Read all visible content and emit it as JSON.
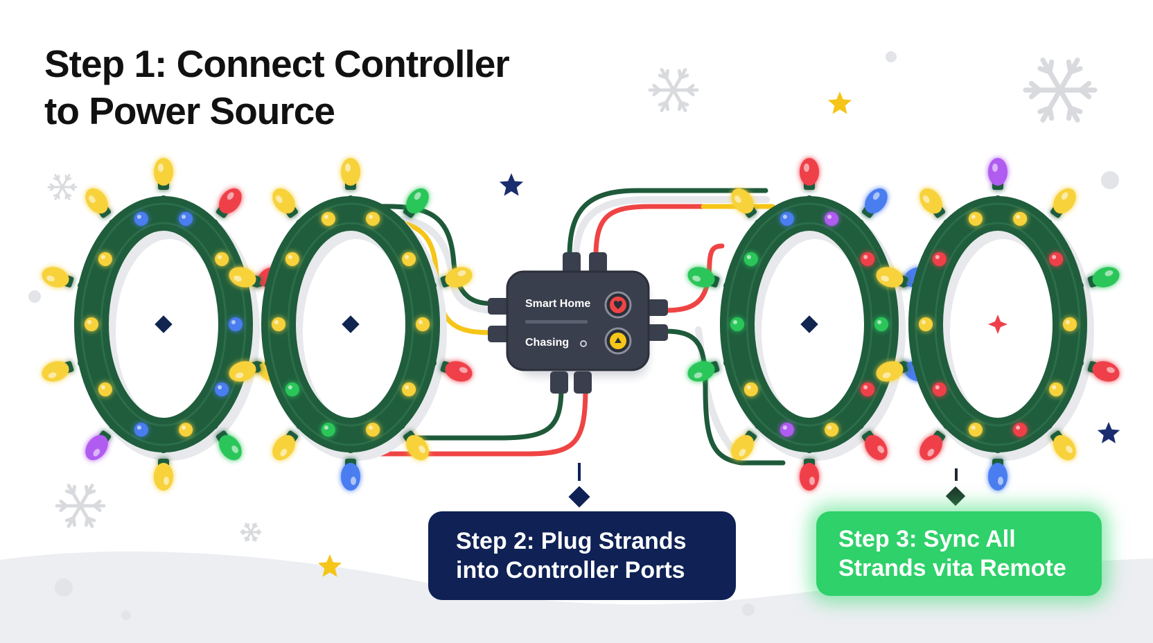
{
  "title": {
    "line1": "Step 1: Connect Controller",
    "line2": "to Power Source"
  },
  "controller": {
    "label_top": "Smart Home",
    "label_bottom": "Chasing"
  },
  "steps": [
    {
      "line1": "Step 2: Plug Strands",
      "line2": "into Controller Ports",
      "color": "#0f2155"
    },
    {
      "line1": "Step 3: Sync All",
      "line2": "Strands vita Remote",
      "color": "#2fd16a"
    }
  ],
  "colors": {
    "wire_green": "#1e5a3a",
    "wire_red": "#ef4444",
    "wire_yellow": "#f5c518",
    "ring": "#1f5d3c",
    "bulb_yellow": "#f7d23b",
    "bulb_red": "#ef3f4a",
    "bulb_blue": "#4a7df0",
    "bulb_green": "#2bc65a",
    "bulb_purple": "#b05cf0",
    "controller_body": "#3a3f4d",
    "navy_star": "#1a2d6e",
    "gold_star": "#f5c518"
  },
  "strands": [
    {
      "name": "strand-1",
      "center_icon": "navy-diamond"
    },
    {
      "name": "strand-2",
      "center_icon": "navy-diamond"
    },
    {
      "name": "strand-3",
      "center_icon": "navy-diamond"
    },
    {
      "name": "strand-4",
      "center_icon": "red-sparkle"
    }
  ],
  "icons": [
    "snowflake-icon",
    "star-icon",
    "diamond-icon",
    "heart-icon",
    "power-icon"
  ]
}
